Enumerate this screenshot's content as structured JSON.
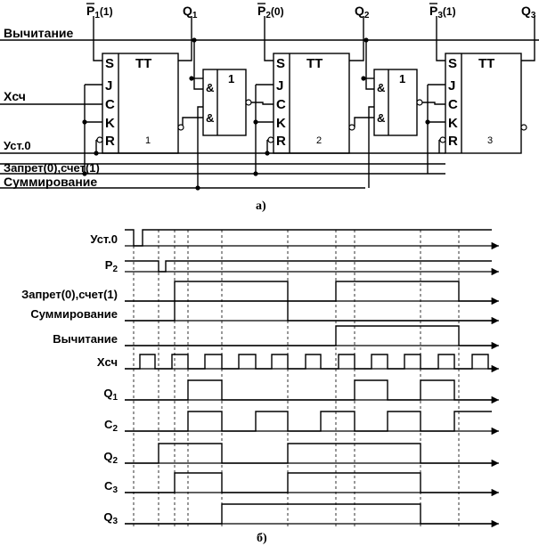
{
  "circuit": {
    "top_labels": {
      "p1_name": "P",
      "p1_sub": "1",
      "p1_arg": "(1)",
      "q1_name": "Q",
      "q1_sub": "1",
      "p2_name": "P",
      "p2_sub": "2",
      "p2_arg": "(0)",
      "q2_name": "Q",
      "q2_sub": "2",
      "p3_name": "P",
      "p3_sub": "3",
      "p3_arg": "(1)",
      "q3_name": "Q",
      "q3_sub": "3"
    },
    "left_labels": {
      "subtract": "Вычитание",
      "clock": "Xсч",
      "reset": "Уст.0",
      "inhibit": "Запрет(0),счет(1)",
      "add": "Суммирование"
    },
    "flipflops": [
      {
        "type": "TT",
        "number": "1",
        "pins": [
          "S",
          "J",
          "C",
          "K",
          "R"
        ]
      },
      {
        "type": "TT",
        "number": "2",
        "pins": [
          "S",
          "J",
          "C",
          "K",
          "R"
        ]
      },
      {
        "type": "TT",
        "number": "3",
        "pins": [
          "S",
          "J",
          "C",
          "K",
          "R"
        ]
      }
    ],
    "gates": [
      {
        "symbol": "1",
        "and": "&"
      },
      {
        "symbol": "1",
        "and": "&"
      }
    ],
    "caption": "а)"
  },
  "timing": {
    "signal_names": [
      {
        "name": "Уст.0",
        "sub": ""
      },
      {
        "name": "P",
        "sub": "2"
      },
      {
        "name": "Запрет(0),счет(1)",
        "sub": ""
      },
      {
        "name": "Суммирование",
        "sub": ""
      },
      {
        "name": "Вычитание",
        "sub": ""
      },
      {
        "name": "Xсч",
        "sub": ""
      },
      {
        "name": "Q",
        "sub": "1"
      },
      {
        "name": "C",
        "sub": "2"
      },
      {
        "name": "Q",
        "sub": "2"
      },
      {
        "name": "C",
        "sub": "3"
      },
      {
        "name": "Q",
        "sub": "3"
      }
    ],
    "caption": "б)"
  },
  "colors": {
    "ink": "#000000",
    "background": "#ffffff"
  }
}
